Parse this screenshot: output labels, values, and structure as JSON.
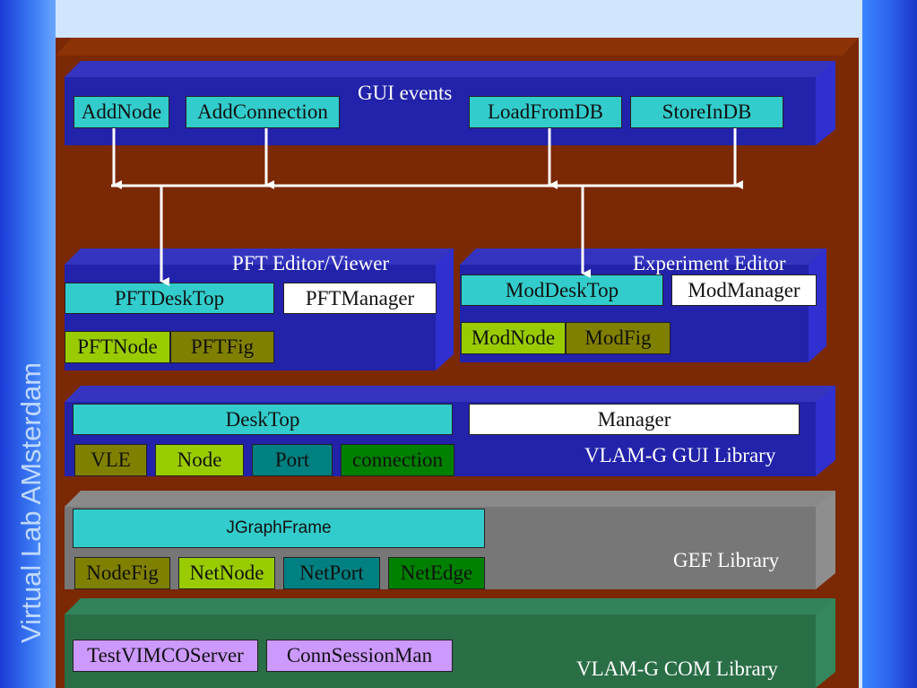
{
  "sidebar": {
    "brand": "Virtual Lab AMsterdam"
  },
  "gui_events": {
    "title": "GUI events",
    "items": [
      "AddNode",
      "AddConnection",
      "LoadFromDB",
      "StoreInDB"
    ]
  },
  "pft_editor": {
    "title": "PFT Editor/Viewer",
    "desktop": "PFTDeskTop",
    "manager": "PFTManager",
    "node": "PFTNode",
    "fig": "PFTFig"
  },
  "experiment_editor": {
    "title": "Experiment Editor",
    "desktop": "ModDeskTop",
    "manager": "ModManager",
    "node": "ModNode",
    "fig": "ModFig"
  },
  "gui_library": {
    "title": "VLAM-G GUI Library",
    "desktop": "DeskTop",
    "manager": "Manager",
    "items": [
      "VLE",
      "Node",
      "Port",
      "connection"
    ]
  },
  "gef_library": {
    "title": "GEF Library",
    "frame": "JGraphFrame",
    "items": [
      "NodeFig",
      "NetNode",
      "NetPort",
      "NetEdge"
    ]
  },
  "com_library": {
    "title": "VLAM-G COM Library",
    "items": [
      "TestVIMCOServer",
      "ConnSessionMan"
    ]
  },
  "colors": {
    "navy_band": "#2222aa",
    "gray_band": "#777777",
    "green_band": "#2a6e46",
    "frame": "#7b2805",
    "cyan_box": "#33cccc",
    "lime_box": "#99cc00",
    "olive_box": "#808000",
    "teal_box": "#008080",
    "green_box": "#008000",
    "lavender_box": "#cc99ff"
  }
}
